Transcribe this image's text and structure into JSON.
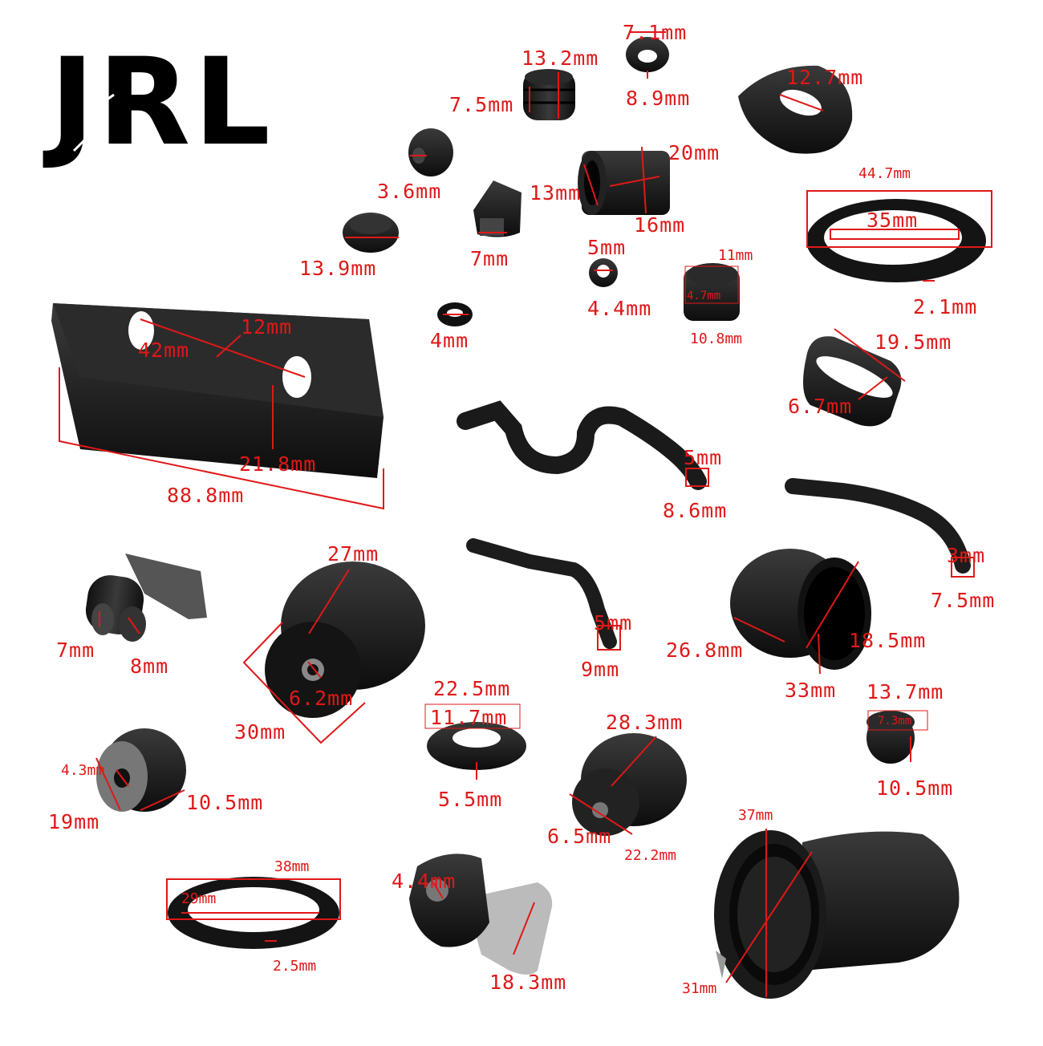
{
  "brand": {
    "logo_text": "JRL",
    "color": "#000000"
  },
  "label_color": "#e01818",
  "part_color": "#151515",
  "dimensions": {
    "d01": "7.1mm",
    "d02": "8.9mm",
    "d03": "13.2mm",
    "d04": "7.5mm",
    "d05": "12.7mm",
    "d06": "3.6mm",
    "d07": "20mm",
    "d08": "13mm",
    "d09": "16mm",
    "d10": "44.7mm",
    "d11": "35mm",
    "d12": "2.1mm",
    "d13": "13.9mm",
    "d14": "7mm",
    "d15": "5mm",
    "d16": "4.4mm",
    "d17": "11mm",
    "d18": "4.7mm",
    "d19": "10.8mm",
    "d20": "4mm",
    "d21": "12mm",
    "d22": "42mm",
    "d23": "21.8mm",
    "d24": "88.8mm",
    "d25": "19.5mm",
    "d26": "6.7mm",
    "d27": "5mm",
    "d28": "8.6mm",
    "d29": "3mm",
    "d30": "7.5mm",
    "d31": "27mm",
    "d32": "7mm",
    "d33": "8mm",
    "d34": "6.2mm",
    "d35": "30mm",
    "d36": "5mm",
    "d37": "9mm",
    "d38": "26.8mm",
    "d39": "18.5mm",
    "d40": "33mm",
    "d41": "13.7mm",
    "d42": "7.3mm",
    "d43": "10.5mm",
    "d44": "22.5mm",
    "d45": "11.7mm",
    "d46": "5.5mm",
    "d47": "28.3mm",
    "d48": "6.5mm",
    "d49": "22.2mm",
    "d50": "4.3mm",
    "d51": "19mm",
    "d52": "10.5mm",
    "d53": "38mm",
    "d54": "29mm",
    "d55": "2.5mm",
    "d56": "4.4mm",
    "d57": "18.3mm",
    "d58": "37mm",
    "d59": "31mm"
  }
}
